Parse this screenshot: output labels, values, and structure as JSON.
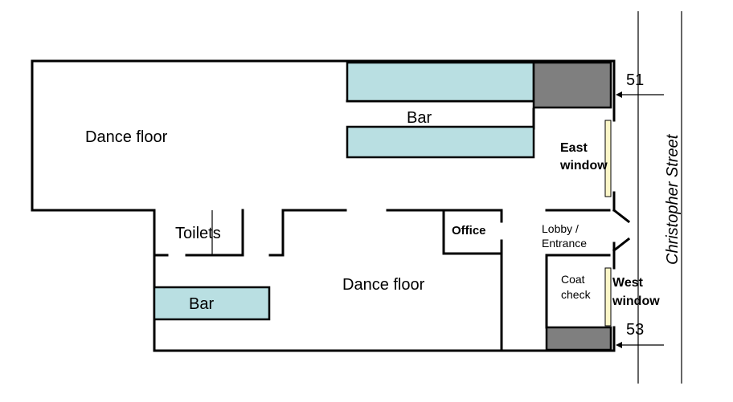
{
  "plan": {
    "labels": {
      "dance_floor_upper": "Dance floor",
      "bar_upper": "Bar",
      "east_window_line1": "East",
      "east_window_line2": "window",
      "toilets": "Toilets",
      "office": "Office",
      "lobby_line1": "Lobby /",
      "lobby_line2": "Entrance",
      "dance_floor_lower": "Dance floor",
      "bar_lower": "Bar",
      "coat_check_line1": "Coat",
      "coat_check_line2": "check",
      "west_window_line1": "West",
      "west_window_line2": "window"
    },
    "street": {
      "name": "Christopher Street",
      "number_north": "51",
      "number_south": "53"
    }
  },
  "colors": {
    "bar": "#b9dfe2",
    "block": "#7f7f7f",
    "window": "#fbf6c8"
  }
}
